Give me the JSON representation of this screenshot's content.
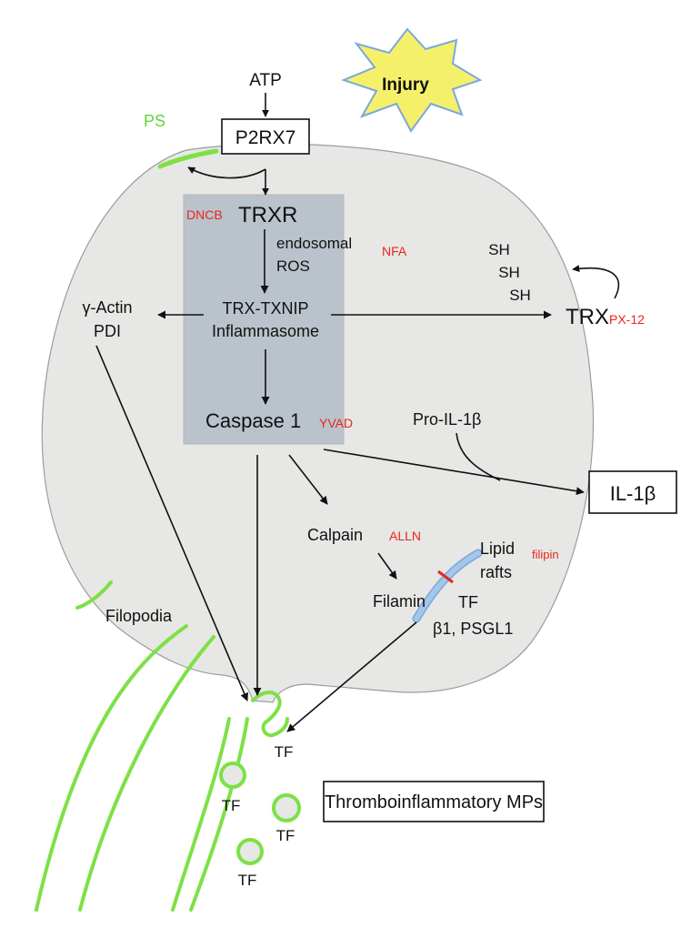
{
  "colors": {
    "cell_fill": "#e7e7e5",
    "cell_stroke": "#9c9c9c",
    "membrane_green": "#7ee046",
    "inhibitor_red": "#e8261c",
    "ps_label_green": "#5fd63a",
    "endosome_fill": "#a9b6c1",
    "lipid_raft_blue": "#a4c6e8",
    "injury_fill": "#f5f06a",
    "injury_stroke": "#7aa8dc"
  },
  "labels": {
    "injury": "Injury",
    "atp": "ATP",
    "ps": "PS",
    "p2rx7": "P2RX7",
    "dncb": "DNCB",
    "trxr": "TRXR",
    "endosomal": "endosomal",
    "ros": "ROS",
    "nfa": "NFA",
    "sh1": "SH",
    "sh2": "SH",
    "sh3": "SH",
    "actin": "γ-Actin",
    "pdi": "PDI",
    "trx_txnip": "TRX-TXNIP",
    "inflammasome": "Inflammasome",
    "trx": "TRX",
    "px12": "PX-12",
    "caspase": "Caspase 1",
    "yvad": "YVAD",
    "pro_il1b": "Pro-IL-1β",
    "il1b": "IL-1β",
    "calpain": "Calpain",
    "alln": "ALLN",
    "lipid": "Lipid",
    "rafts": "rafts",
    "filipin": "filipin",
    "filamin": "Filamin",
    "tf_raft": "TF",
    "b1_psgl1": "β1, PSGL1",
    "filopodia": "Filopodia",
    "tf_bud": "TF",
    "tf_mp1": "TF",
    "tf_mp2": "TF",
    "tf_mp3": "TF",
    "mps_box": "Thromboinflammatory MPs"
  }
}
